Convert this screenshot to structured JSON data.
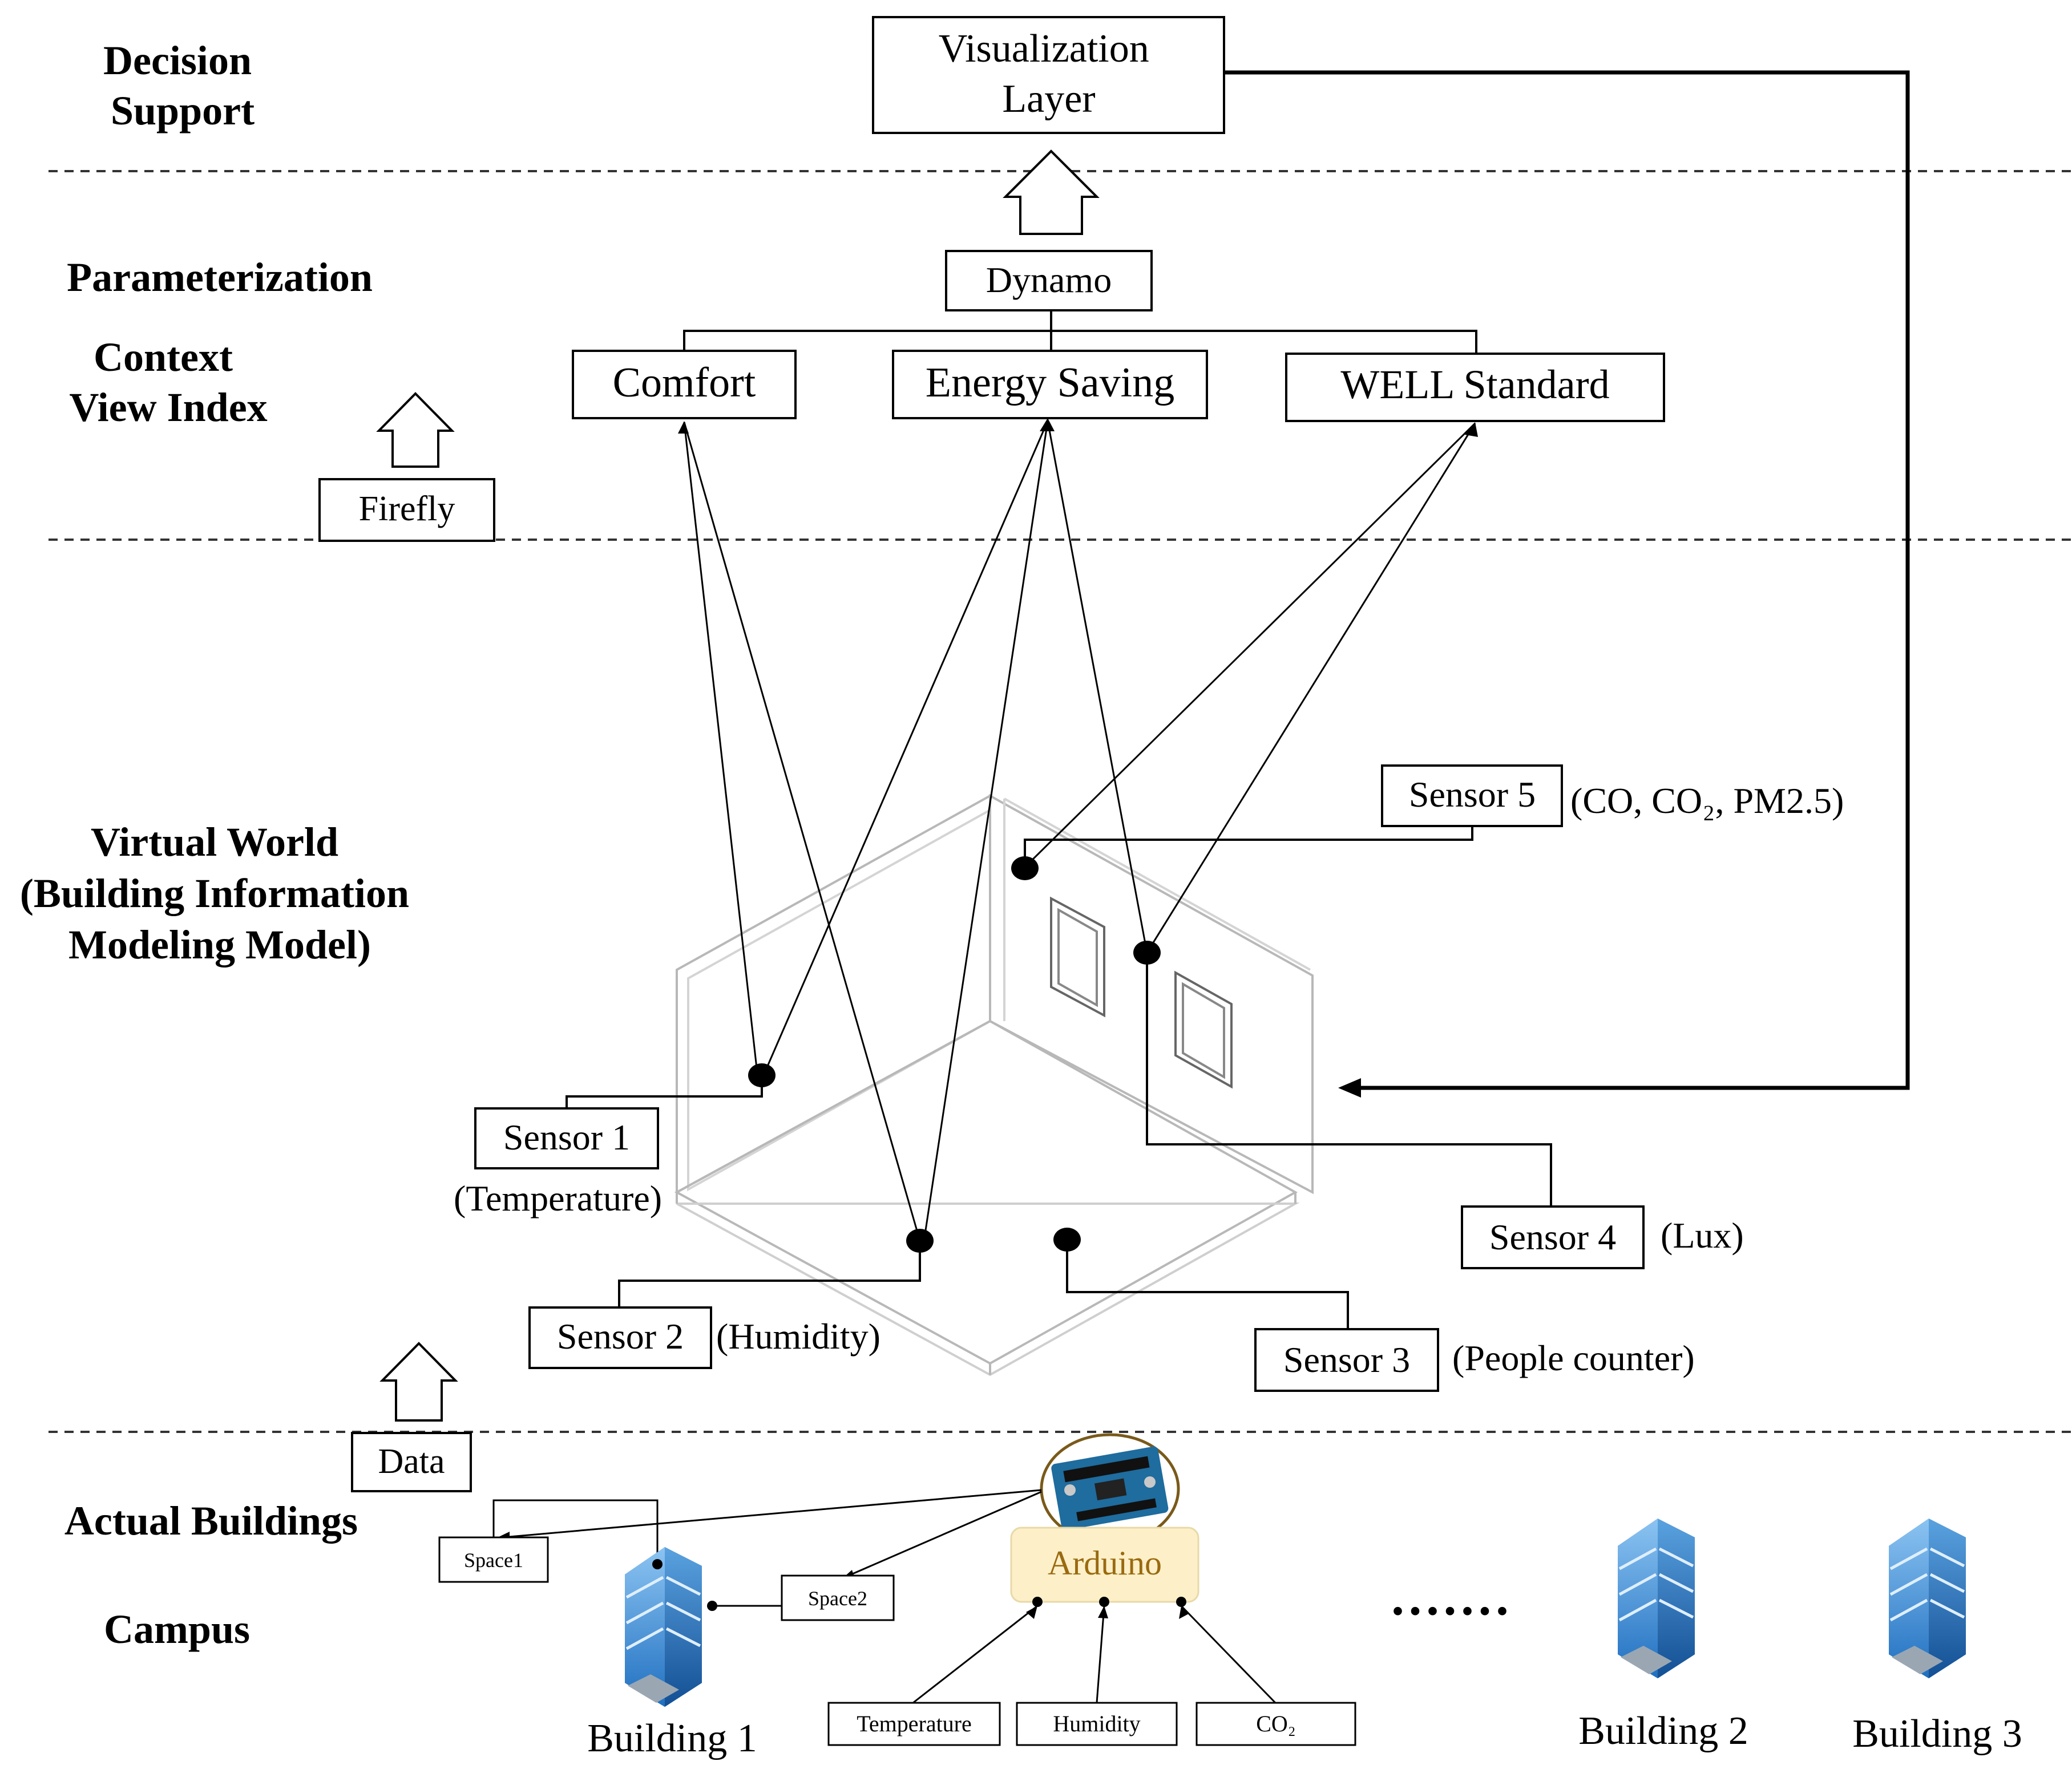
{
  "layers": {
    "decision_support": [
      "Decision",
      "Support"
    ],
    "parameterization": "Parameterization",
    "context_view_index": [
      "Context",
      "View Index"
    ],
    "virtual_world": [
      "Virtual World",
      "(Building Information",
      "Modeling Model)"
    ],
    "actual_buildings": "Actual Buildings",
    "campus": "Campus"
  },
  "boxes": {
    "visualization_layer": [
      "Visualization",
      "Layer"
    ],
    "dynamo": "Dynamo",
    "comfort": "Comfort",
    "energy_saving": "Energy Saving",
    "well_standard": "WELL Standard",
    "firefly": "Firefly",
    "data": "Data"
  },
  "sensors": {
    "sensor1": {
      "label": "Sensor 1",
      "type": "(Temperature)"
    },
    "sensor2": {
      "label": "Sensor 2",
      "type": "(Humidity)"
    },
    "sensor3": {
      "label": "Sensor 3",
      "type": "(People counter)"
    },
    "sensor4": {
      "label": "Sensor 4",
      "type": "(Lux)"
    },
    "sensor5": {
      "label": "Sensor 5",
      "type": "(CO, CO₂, PM2.5)"
    }
  },
  "campus": {
    "space1": "Space1",
    "space2": "Space2",
    "arduino": "Arduino",
    "inputs": [
      "Temperature",
      "Humidity",
      "CO₂"
    ],
    "ellipsis": ".......",
    "buildings": [
      "Building 1",
      "Building 2",
      "Building 3"
    ]
  },
  "colors": {
    "line": "#000000",
    "arduino_fill": "#fdf0c8",
    "arduino_text": "#9a6a10",
    "arduino_ring": "#7a5a1a",
    "building_glass": "#3d8fd6",
    "room_wall": "#b8b8b8"
  }
}
